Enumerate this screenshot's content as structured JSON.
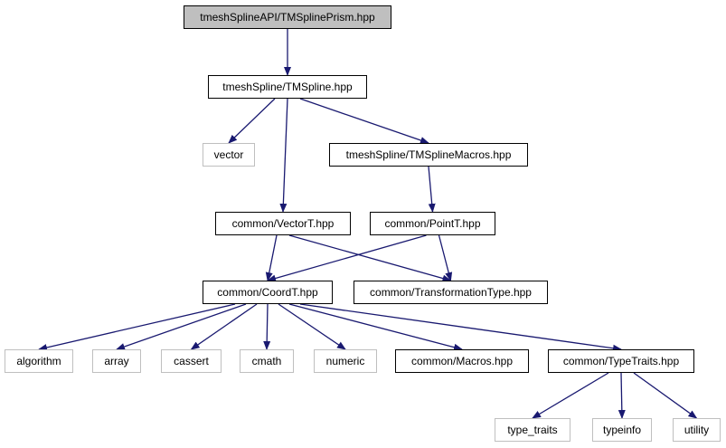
{
  "diagram": {
    "edge_color": "#191970",
    "root": {
      "label": "tmeshSplineAPI/TMSplinePrism.hpp"
    },
    "nodes": {
      "tmspline": "tmeshSpline/TMSpline.hpp",
      "vector": "vector",
      "tmsplinemacros": "tmeshSpline/TMSplineMacros.hpp",
      "vectort": "common/VectorT.hpp",
      "pointt": "common/PointT.hpp",
      "coordt": "common/CoordT.hpp",
      "transformationtype": "common/TransformationType.hpp",
      "algorithm": "algorithm",
      "array": "array",
      "cassert": "cassert",
      "cmath": "cmath",
      "numeric": "numeric",
      "macros": "common/Macros.hpp",
      "typetraits": "common/TypeTraits.hpp",
      "type_traits": "type_traits",
      "typeinfo": "typeinfo",
      "utility": "utility"
    },
    "edges": [
      [
        "root",
        "tmspline"
      ],
      [
        "tmspline",
        "vector"
      ],
      [
        "tmspline",
        "vectort"
      ],
      [
        "tmspline",
        "tmsplinemacros"
      ],
      [
        "tmsplinemacros",
        "pointt"
      ],
      [
        "vectort",
        "coordt"
      ],
      [
        "vectort",
        "transformationtype"
      ],
      [
        "pointt",
        "coordt"
      ],
      [
        "pointt",
        "transformationtype"
      ],
      [
        "coordt",
        "algorithm"
      ],
      [
        "coordt",
        "array"
      ],
      [
        "coordt",
        "cassert"
      ],
      [
        "coordt",
        "cmath"
      ],
      [
        "coordt",
        "numeric"
      ],
      [
        "coordt",
        "macros"
      ],
      [
        "coordt",
        "typetraits"
      ],
      [
        "typetraits",
        "type_traits"
      ],
      [
        "typetraits",
        "typeinfo"
      ],
      [
        "typetraits",
        "utility"
      ]
    ]
  }
}
